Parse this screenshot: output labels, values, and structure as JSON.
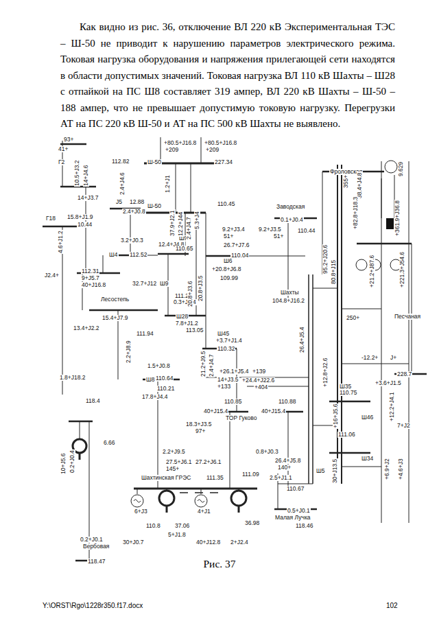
{
  "diagram": {
    "caption": "Рис. 37",
    "labels": [
      "Как видно из рис. 36, отключение ВЛ 220 кВ Экспериментальная ТЭС – Ш-50 не приводит к нарушению параметров электрического режима. Токовая нагрузка оборудования и напряжения прилегающей сети находятся в области допустимых значений. Токовая нагрузка ВЛ 110 кВ Шахты – Ш28 с отпайкой на ПС Ш8 составляет 319 ампер, ВЛ 220 кВ Шахты – Ш-50 – 188 ампер, что не превышает допустимую токовую нагрузку. Перегрузки АТ на ПС 220 кВ Ш-50 и АТ на ПС 500 кВ Шахты не выявлено.",
      "Y:\\ORST\\Rgo\\1228r350.f17.docx",
      "102",
      "93+",
      "41+",
      "Г2",
      "10.5+J3.2",
      "14+J4.6",
      "112.82",
      "2.4+J4.6",
      "Ш-50",
      "+80.5+J16.8",
      "+209",
      "+80.5+J16.8",
      "+209",
      "227.34",
      "1.2+J1",
      "Ш-50",
      "14+J3.7",
      "J5",
      "12.88",
      "2.4+J0.8",
      "Г18",
      "15.8+J1.9",
      "10.44",
      "4.6+J1.2",
      "3.2+J0.3",
      "Ш4",
      "112.52",
      "12.4+J4.8",
      "Ш9",
      "110.65",
      "J2.4+",
      "112.31",
      "9+J5.7",
      "40+J16.8",
      "32.7+J12",
      "Ш9",
      "111.21",
      "0.3+J0.4",
      "Лесостепь",
      "15.4+J7.9",
      "13.4+J2.2",
      "111.94",
      "Ш28",
      "7.8+J1.2",
      "113.05",
      "2.2+J8.9",
      "1.5+J0.8",
      "Ш8",
      "110.64",
      "110.21",
      "17.8+J4.4",
      "1.8+J18.2",
      "118.4",
      "6.66",
      "10+J5.6",
      "0.2+J0.4",
      "18.3+J3.5",
      "97+",
      "2.2+J9.5",
      "27.5+J6.1",
      "27.2+J6.1",
      "145+",
      "Шахтинская ГРЭС",
      "111.35",
      "6+J3",
      "4+J1",
      "110.8",
      "37.06",
      "36.98",
      "5+J1.8",
      "30+J0.7",
      "40+J12.8",
      "2+J2.4",
      "0.2+J0.1",
      "Вербовая",
      "118.47",
      "Ш45",
      "+3.7+J1.4",
      "110.32",
      "21.2+J9.5",
      "2.4+J4.7",
      "+26.1+J5.4",
      "+139",
      "14+J3.5",
      "+133",
      "+24.4+J22.6",
      "+404",
      "110.85",
      "110.88",
      "40+J15.4",
      "40+J15.4",
      "ТОР Гуково",
      "0.8+J0.3",
      "26.4+J5.8",
      "140+",
      "111.09",
      "Шахты",
      "104.8+J16.2",
      "Ш6",
      "110.04",
      "+20.8+J6.8",
      "109.99",
      "26.7+J7.6",
      "Заводская",
      "0.1+J0.4",
      "110.45",
      "110.44",
      "9.2+J3.4",
      "9.2+J3.5",
      "51+",
      "51+",
      "37.9+J2.1",
      "12.2+J44",
      "2.4+J4.7",
      "5.3+J4",
      "20.8+J3.6",
      "20.8+J3.5",
      "Фроловская",
      "355+",
      "38.4+J4.8",
      "9.629",
      "Песчаная",
      "228.7",
      "-12.2+",
      "J+",
      "Ш35",
      "110.75",
      "Ш46",
      "111.06",
      "Ш34",
      "+3.6+J1.5",
      "7+J2",
      "110.67",
      "0.5+J0.1",
      "Малая Лучка",
      "118.46",
      "2.5+J1.1",
      "250+",
      "95.2+J20.6",
      "80.8+J15",
      "+82.8+J18.3",
      "+21.2+J87.6",
      "+361.9+J36.8",
      "+221.3+J54.6",
      "26.4+J5.4",
      "+12.8+J2.6",
      "+16+J5.6",
      "+6.9+J2",
      "+4.6+J3",
      "30+J13.5",
      "+12.2+J4.1",
      "Ш5"
    ]
  }
}
